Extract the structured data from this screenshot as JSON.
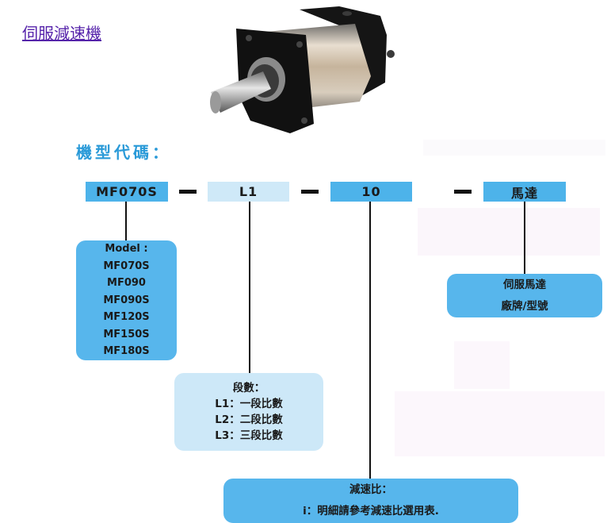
{
  "page_link": "伺服減速機",
  "heading": "機型代碼：",
  "code": {
    "segment1": "MF070S",
    "segment2": "L1",
    "segment3": "10",
    "segment4": "馬達"
  },
  "model_box": {
    "title": "Model :",
    "items": [
      "MF070S",
      "MF090",
      "MF090S",
      "MF120S",
      "MF150S",
      "MF180S"
    ]
  },
  "stage_box": {
    "title": "段數：",
    "items": [
      "L1：一段比數",
      "L2：二段比數",
      "L3：三段比數"
    ]
  },
  "motor_box": {
    "line1": "伺服馬達",
    "line2": "廠牌/型號"
  },
  "ratio_box": {
    "title": "減速比：",
    "desc": "i：明細請參考減速比選用表."
  },
  "colors": {
    "link": "#5522aa",
    "heading": "#2a9ad8",
    "box_dark": "#57b6ec",
    "box_light": "#cde8f8"
  }
}
